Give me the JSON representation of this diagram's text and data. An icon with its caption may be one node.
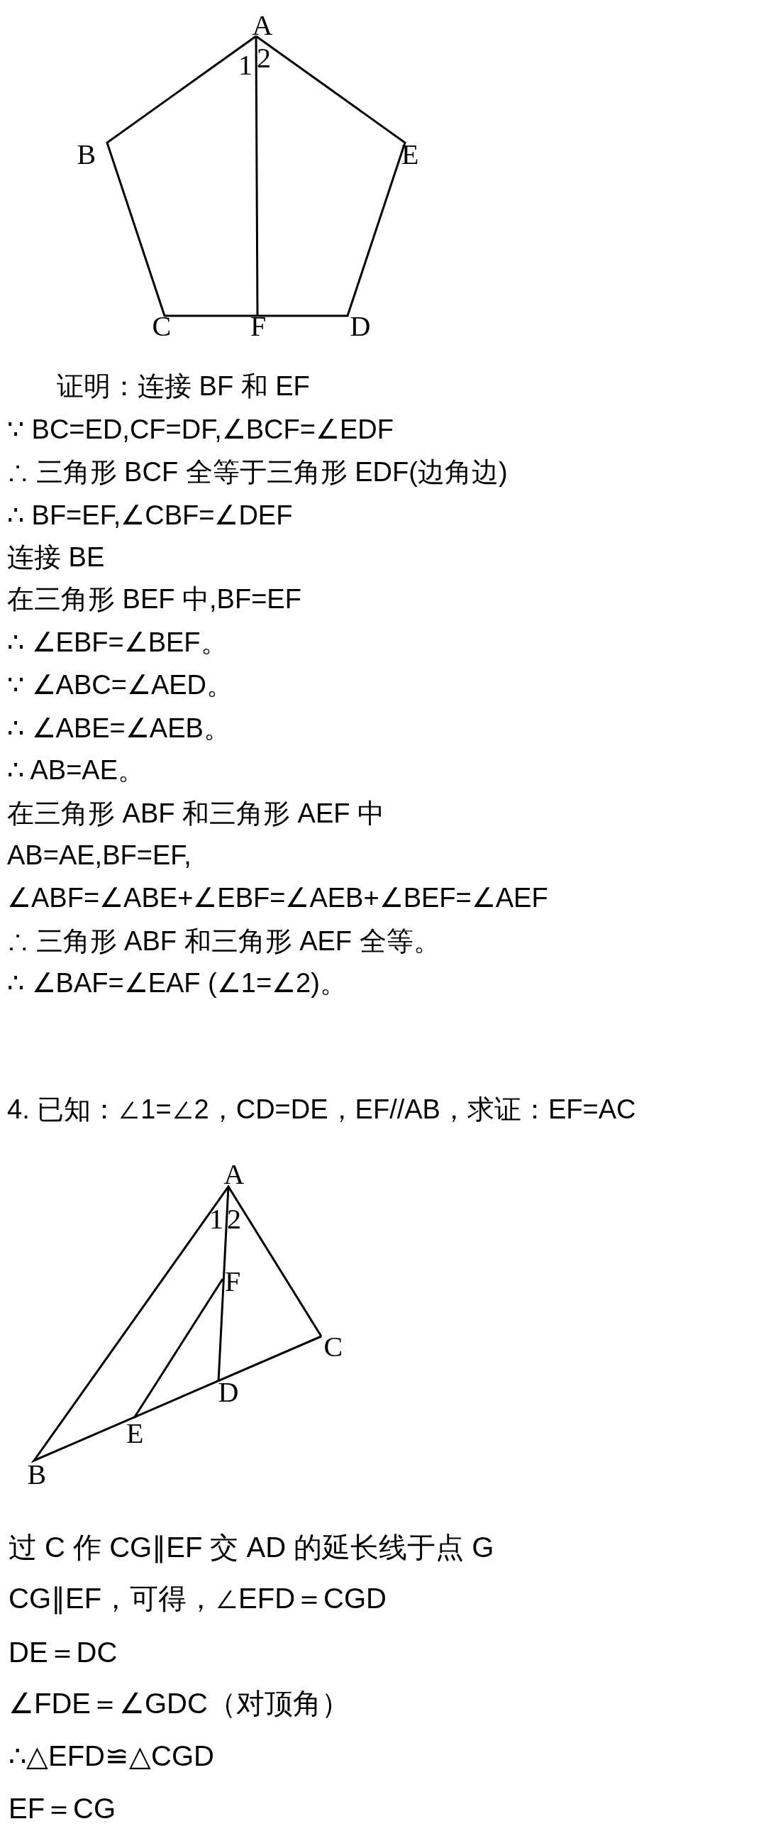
{
  "diagram": {
    "labels": [
      "A",
      "1",
      "2",
      "B",
      "E",
      "C",
      "F",
      "D",
      "证明：连接 BF 和 EF",
      "∵ BC=ED,CF=DF,∠BCF=∠EDF",
      "∴ 三角形 BCF 全等于三角形 EDF(边角边)",
      "∴ BF=EF,∠CBF=∠DEF",
      "连接 BE",
      "在三角形 BEF 中,BF=EF",
      "∴ ∠EBF=∠BEF。",
      "∵ ∠ABC=∠AED。",
      "∴ ∠ABE=∠AEB。",
      "∴ AB=AE。",
      "在三角形 ABF 和三角形 AEF 中",
      "AB=AE,BF=EF,",
      "∠ABF=∠ABE+∠EBF=∠AEB+∠BEF=∠AEF",
      "∴ 三角形 ABF 和三角形 AEF 全等。",
      "∴ ∠BAF=∠EAF (∠1=∠2)。",
      "4. 已知：∠1=∠2，CD=DE，EF//AB，求证：EF=AC",
      "A",
      "1",
      "2",
      "F",
      "C",
      "D",
      "E",
      "B",
      "过 C 作 CG∥EF 交 AD 的延长线于点 G",
      "CG∥EF，可得，∠EFD＝CGD",
      "DE＝DC",
      "∠FDE＝∠GDC（对顶角）",
      "∴△EFD≌△CGD",
      "EF＝CG"
    ]
  }
}
